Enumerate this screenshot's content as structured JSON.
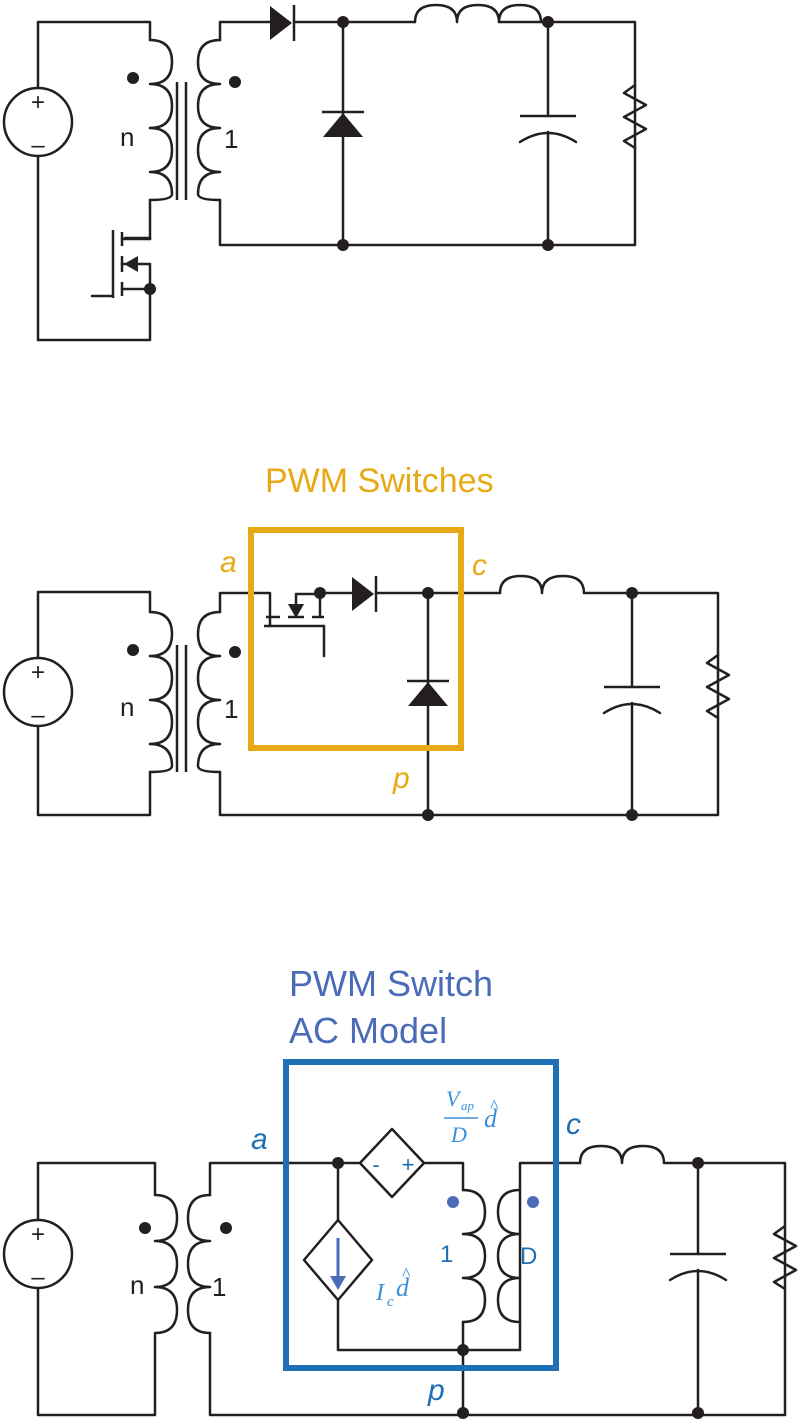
{
  "circuit1": {
    "source_plus": "+",
    "source_minus": "–",
    "turns_primary": "n",
    "turns_secondary": "1"
  },
  "circuit2": {
    "title": "PWM Switches",
    "node_a": "a",
    "node_c": "c",
    "node_p": "p",
    "source_plus": "+",
    "source_minus": "–",
    "turns_primary": "n",
    "turns_secondary": "1"
  },
  "circuit3": {
    "title_line1": "PWM Switch",
    "title_line2": "AC Model",
    "node_a": "a",
    "node_c": "c",
    "node_p": "p",
    "source_plus": "+",
    "source_minus": "–",
    "turns_primary": "n",
    "turns_secondary": "1",
    "model_turns_1": "1",
    "model_turns_D": "D",
    "vsrc_minus": "-",
    "vsrc_plus": "+",
    "eq_v_num": "V",
    "eq_v_sub": "ap",
    "eq_v_den": "D",
    "eq_v_d": "d",
    "eq_i_main": "I",
    "eq_i_sub": "c",
    "eq_i_d": "d",
    "hat": "^"
  },
  "colors": {
    "wire": "#231f20",
    "orange": "#e8a917",
    "blue_box": "#1f6fb5",
    "blue_text": "#4a6cb8",
    "equation": "#3b8fd6"
  }
}
